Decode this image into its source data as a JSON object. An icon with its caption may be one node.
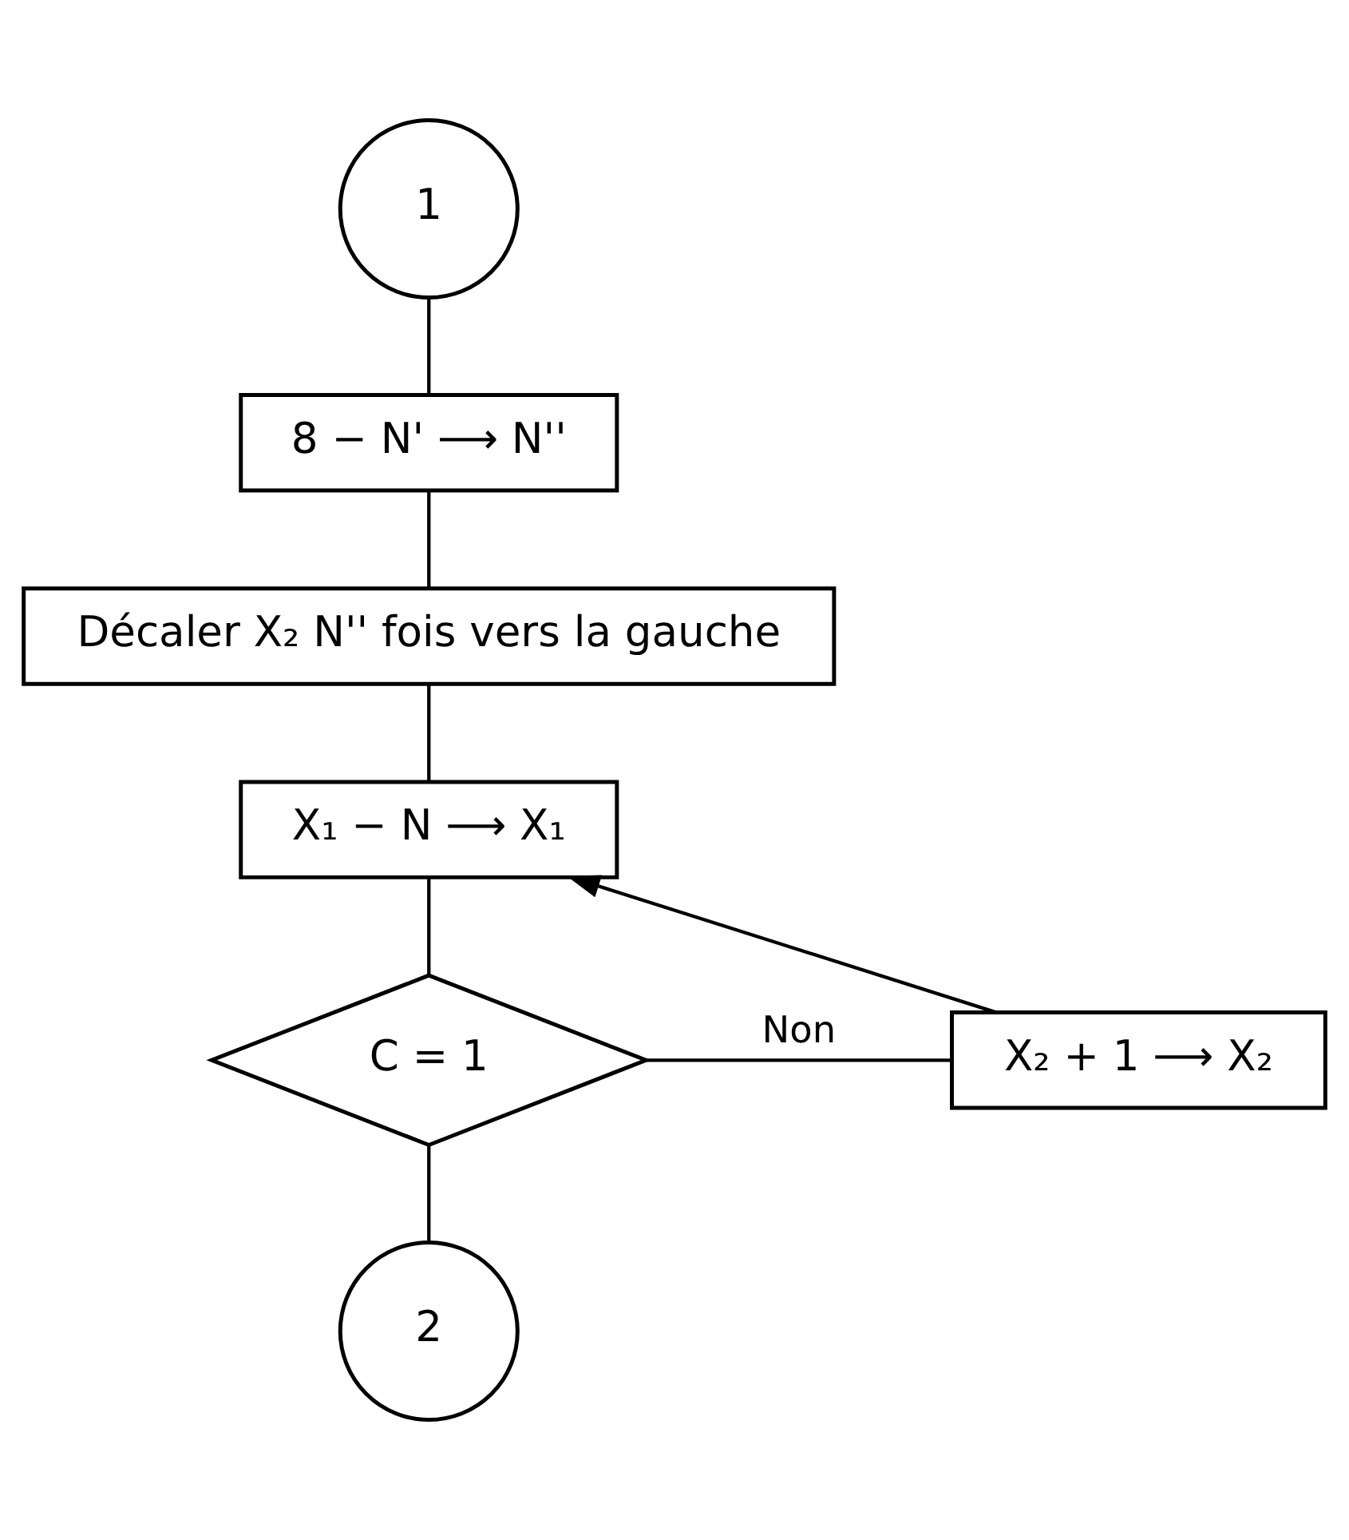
{
  "diagram": {
    "nodes": [
      {
        "text": [
          "1"
        ]
      },
      {
        "text": [
          "8 − N' ⟶ N''"
        ]
      },
      {
        "text": [
          "Décaler X₂ N'' fois vers la gauche"
        ]
      },
      {
        "text": [
          "X₁ − N ⟶ X₁"
        ]
      },
      {
        "text": [
          "C = 1"
        ]
      },
      {
        "text": [
          "X₂ + 1 ⟶ X₂"
        ]
      },
      {
        "text": [
          "2"
        ]
      }
    ],
    "edges": [
      {
        "from": 0,
        "to": 1,
        "arrow": "none"
      },
      {
        "from": 1,
        "to": 2,
        "arrow": "none"
      },
      {
        "from": 2,
        "to": 3,
        "arrow": "none"
      },
      {
        "from": 3,
        "to": 4,
        "arrow": "none"
      },
      {
        "from": 4,
        "to": 5,
        "label": "Non",
        "arrow": "none"
      },
      {
        "from": 5,
        "to": 3,
        "arrow": "to"
      },
      {
        "from": 4,
        "to": 6,
        "arrow": "none"
      }
    ]
  }
}
